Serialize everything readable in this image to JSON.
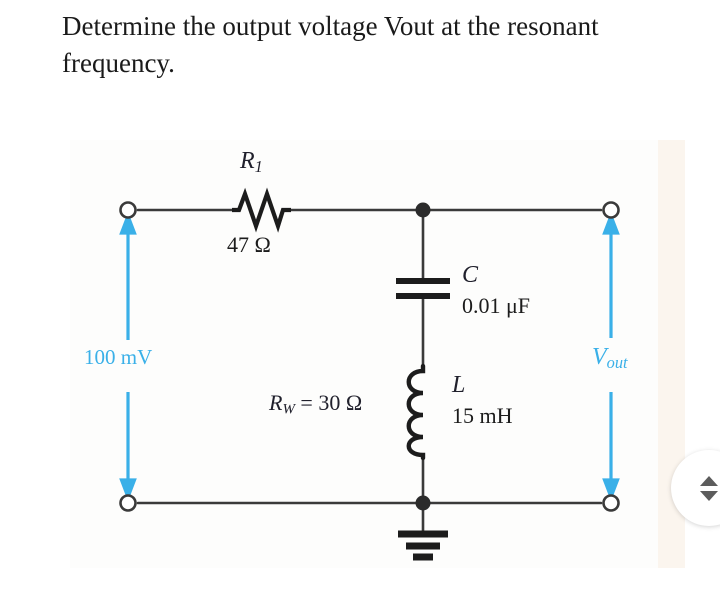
{
  "question": {
    "text": "Determine the output voltage Vout at the resonant frequency."
  },
  "circuit": {
    "title": "series-parallel-resonant-circuit",
    "resistor": {
      "designator": "R",
      "designator_subscript": "1",
      "value": "47 Ω"
    },
    "capacitor": {
      "designator": "C",
      "value": "0.01 μF"
    },
    "inductor": {
      "designator": "L",
      "value": "15 mH"
    },
    "winding_resistance": {
      "designator": "R",
      "designator_subscript": "W",
      "equation": "= 30 Ω"
    },
    "source": {
      "label": "100 mV"
    },
    "output": {
      "designator": "V",
      "designator_subscript": "out"
    },
    "colors": {
      "wire": "#3a3a3a",
      "component": "#1c1c1c",
      "annotation_blue": "#3ab0e8",
      "label_dark": "#20202c",
      "panel_background": "#fdfdfc",
      "cream_band": "#fbf5ee"
    }
  },
  "controls": {
    "stepper": {
      "up_icon": "triangle-up-icon",
      "down_icon": "triangle-down-icon"
    }
  }
}
